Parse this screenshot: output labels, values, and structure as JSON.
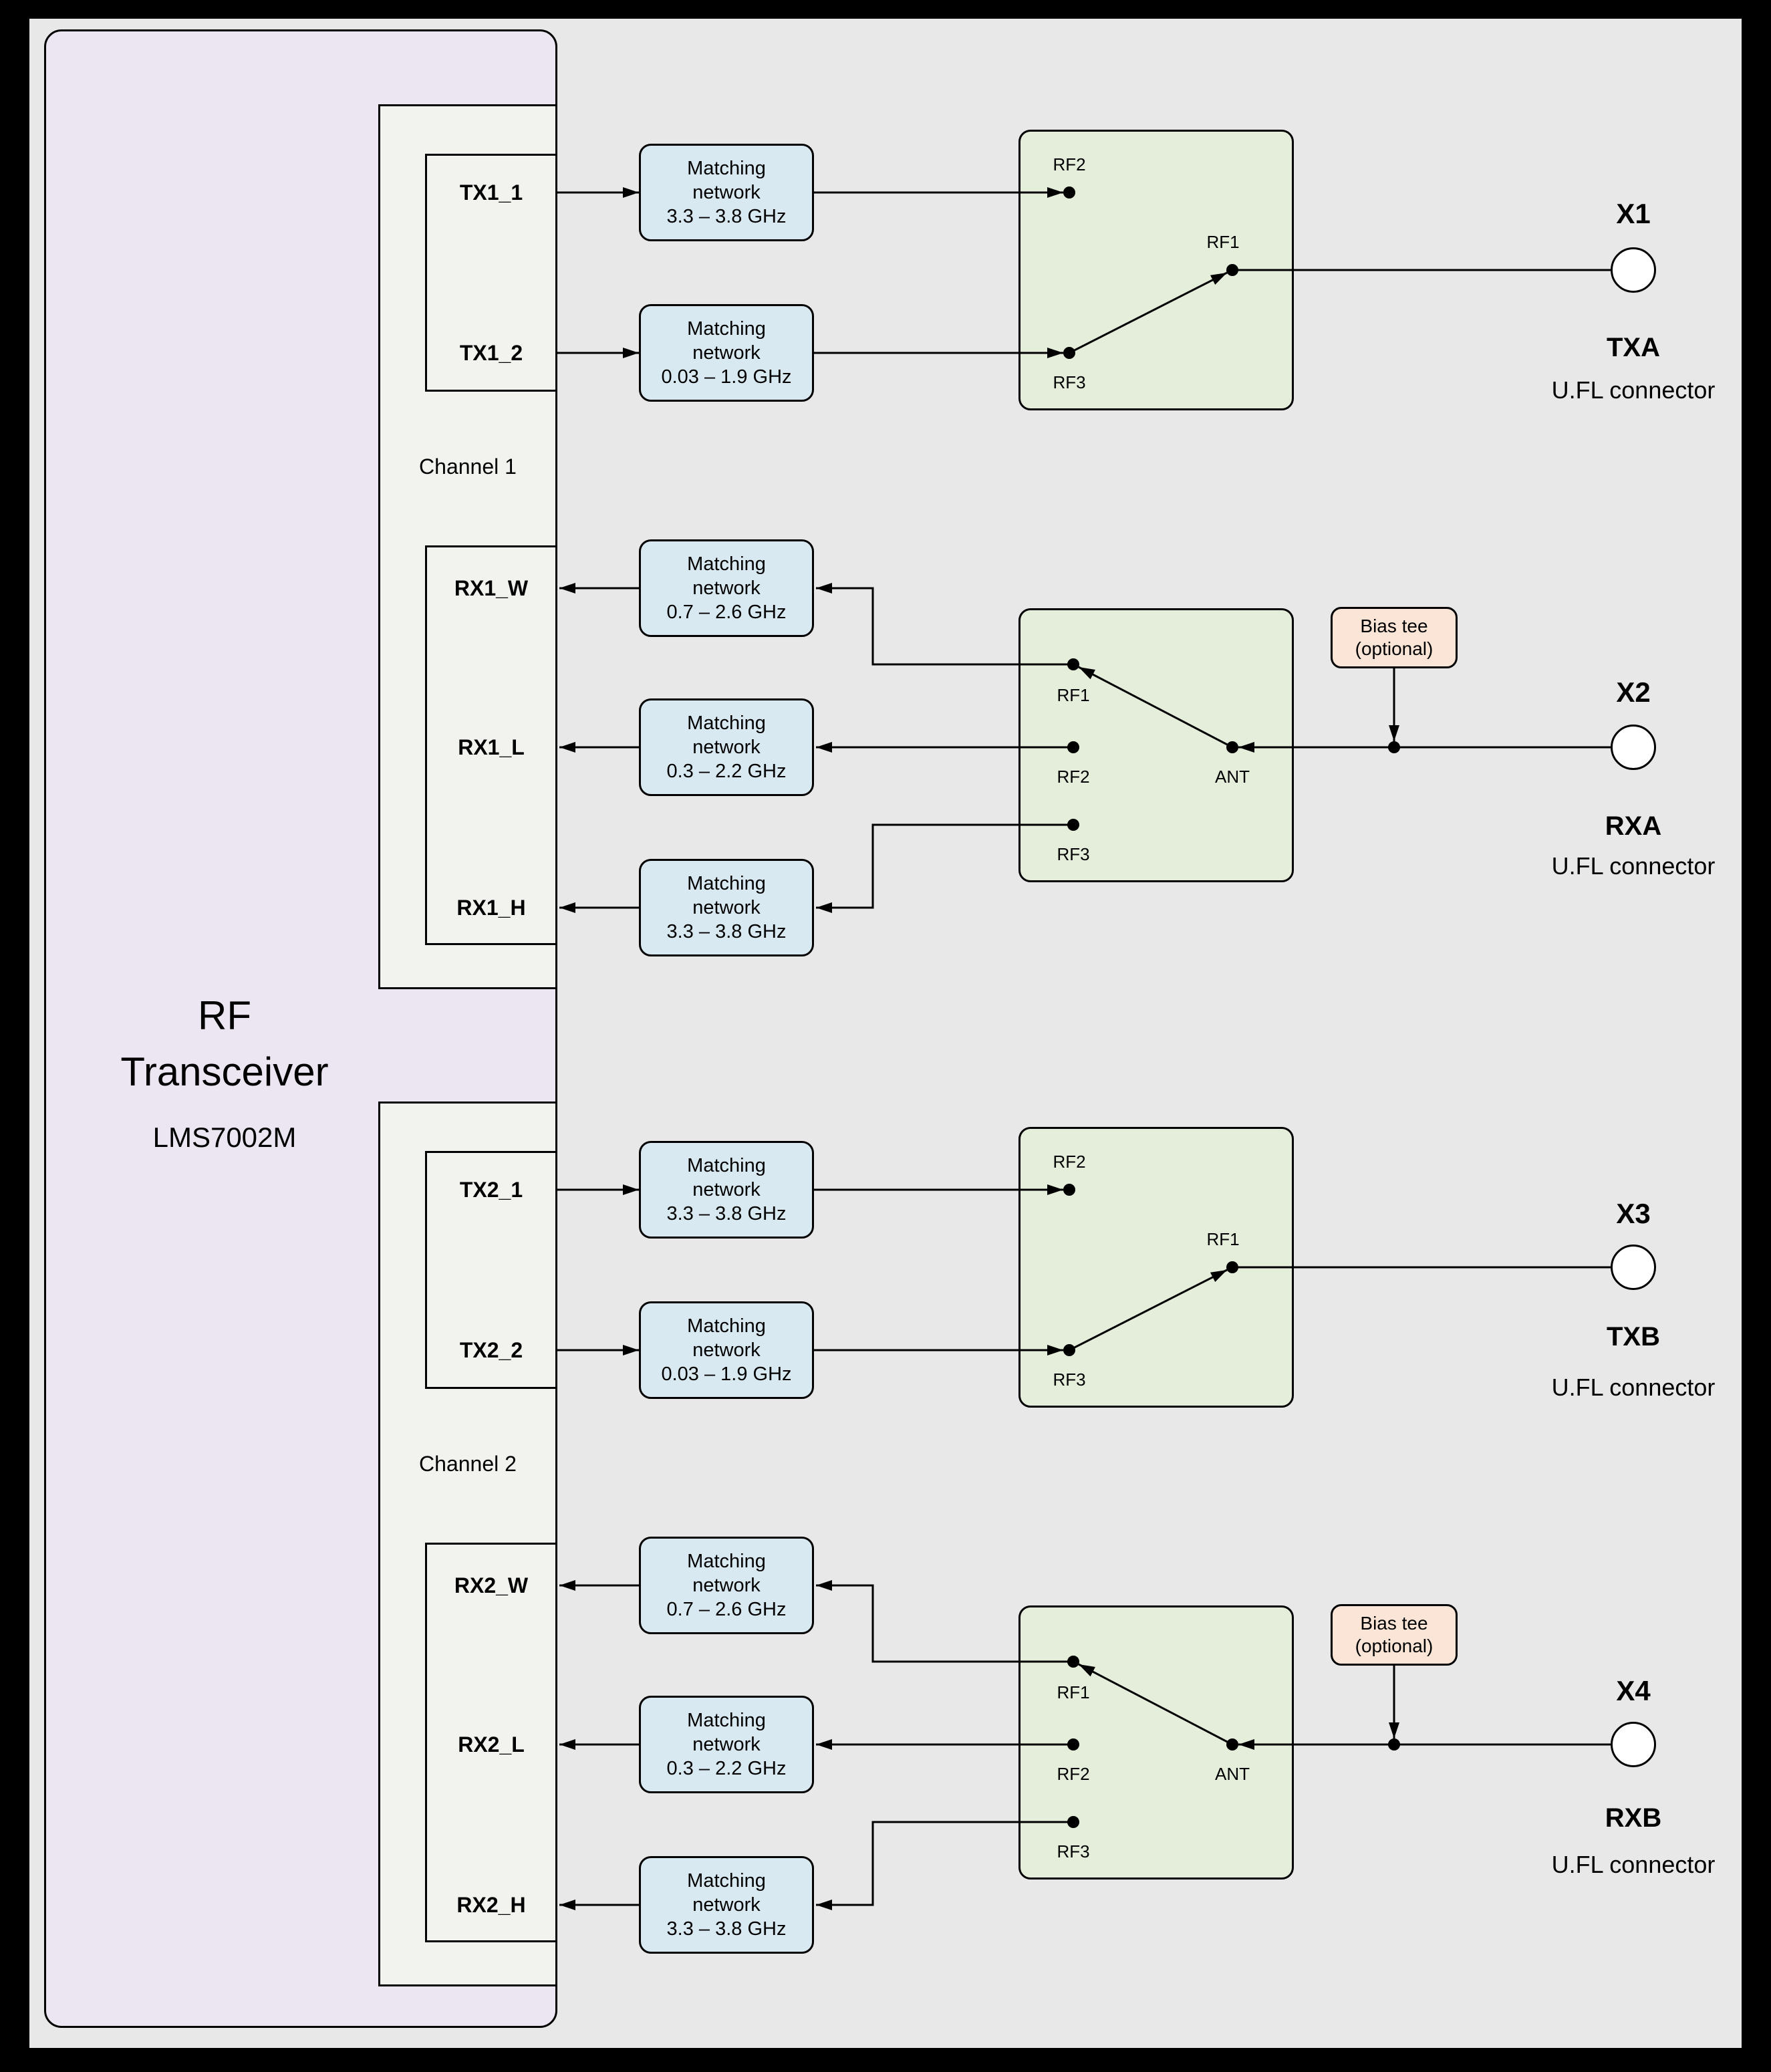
{
  "transceiver": {
    "title_line1": "RF",
    "title_line2": "Transceiver",
    "chip": "LMS7002M"
  },
  "channels": [
    {
      "label": "Channel 1",
      "tx_pins": [
        "TX1_1",
        "TX1_2"
      ],
      "rx_pins": [
        "RX1_W",
        "RX1_L",
        "RX1_H"
      ]
    },
    {
      "label": "Channel 2",
      "tx_pins": [
        "TX2_1",
        "TX2_2"
      ],
      "rx_pins": [
        "RX2_W",
        "RX2_L",
        "RX2_H"
      ]
    }
  ],
  "matching_network": {
    "line1": "Matching",
    "line2": "network",
    "frequencies": {
      "tx_high": "3.3 – 3.8 GHz",
      "tx_low": "0.03 – 1.9 GHz",
      "rx_wide": "0.7 – 2.6 GHz",
      "rx_low": "0.3 – 2.2 GHz",
      "rx_high": "3.3 – 3.8 GHz"
    }
  },
  "switch_ports": {
    "rf1": "RF1",
    "rf2": "RF2",
    "rf3": "RF3",
    "ant": "ANT"
  },
  "bias_tee": {
    "line1": "Bias tee",
    "line2": "(optional)"
  },
  "connectors": [
    {
      "id": "X1",
      "name": "TXA",
      "type": "U.FL connector"
    },
    {
      "id": "X2",
      "name": "RXA",
      "type": "U.FL connector"
    },
    {
      "id": "X3",
      "name": "TXB",
      "type": "U.FL connector"
    },
    {
      "id": "X4",
      "name": "RXB",
      "type": "U.FL connector"
    }
  ],
  "colors": {
    "background": "#e8e8e8",
    "transceiver_fill": "#ebe6f1",
    "channel_fill": "#f2f2ee",
    "matching_fill": "#d8e9f1",
    "switch_fill": "#e4eeda",
    "bias_tee_fill": "#fbe5d6",
    "connector_fill": "#ffffff",
    "line_color": "#000000"
  }
}
